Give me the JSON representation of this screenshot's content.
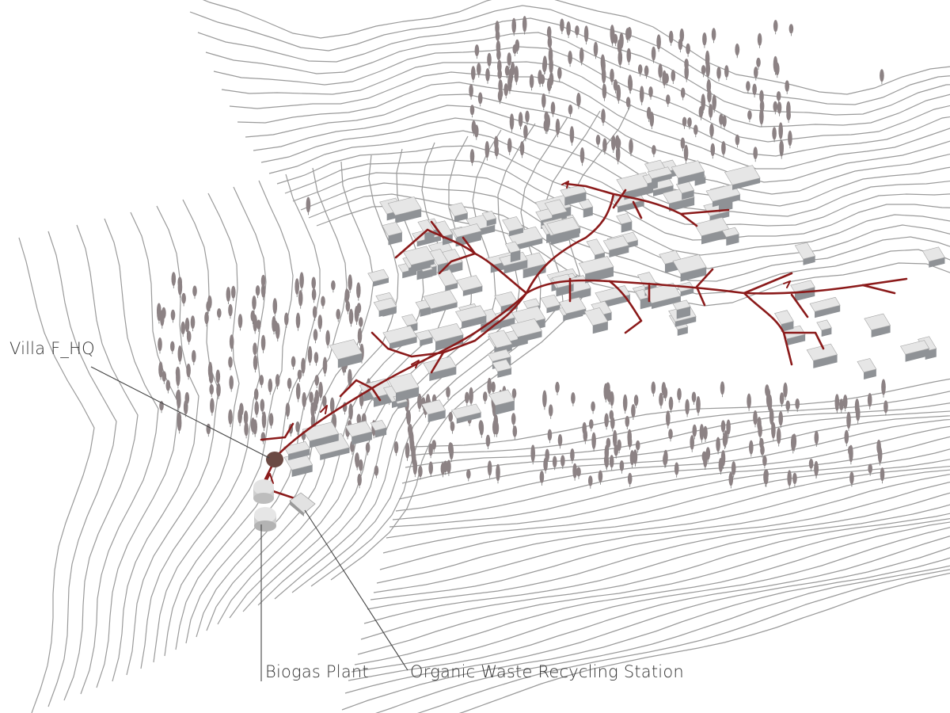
{
  "labels": {
    "villa": "Villa F_HQ",
    "biogas": "Biogas Plant",
    "recycling": "Organic Waste Recycling Station"
  },
  "colors": {
    "network": "#8b1a1a",
    "villa": "#6b4a44",
    "contour": "#9a9a9a",
    "tree": "#8c8284",
    "building_top": "#e6e6e6",
    "building_side": "#8f9296",
    "leader": "#444444"
  }
}
